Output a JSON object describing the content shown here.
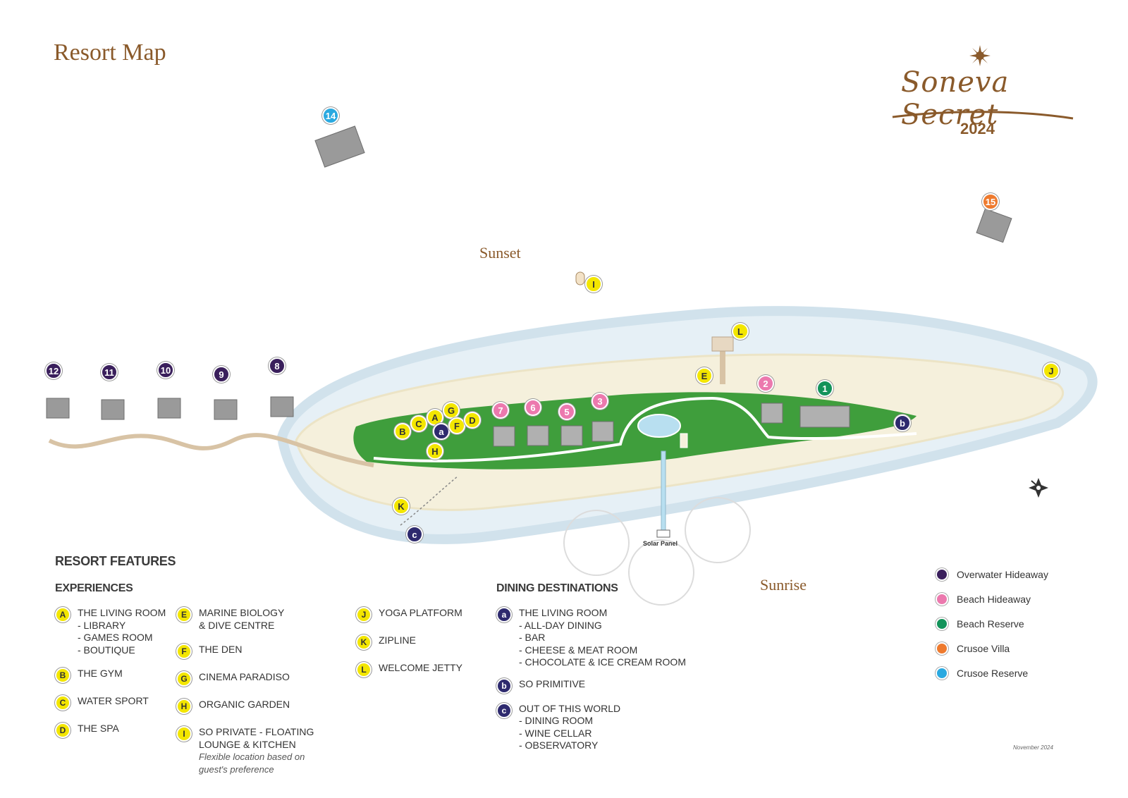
{
  "title": "Resort Map",
  "logo": {
    "name": "Soneva Secret",
    "year": "2024"
  },
  "directions": {
    "sunset": "Sunset",
    "sunrise": "Sunrise"
  },
  "solar_label": "Solar Panel",
  "date_note": "November 2024",
  "map_markers": [
    {
      "label": "12",
      "style": "purple"
    },
    {
      "label": "11",
      "style": "purple"
    },
    {
      "label": "10",
      "style": "purple"
    },
    {
      "label": "9",
      "style": "purple"
    },
    {
      "label": "8",
      "style": "purple"
    },
    {
      "label": "14",
      "style": "blue"
    },
    {
      "label": "15",
      "style": "orange"
    },
    {
      "label": "7",
      "style": "pink"
    },
    {
      "label": "6",
      "style": "pink"
    },
    {
      "label": "5",
      "style": "pink"
    },
    {
      "label": "3",
      "style": "pink"
    },
    {
      "label": "2",
      "style": "pink"
    },
    {
      "label": "1",
      "style": "green"
    },
    {
      "label": "B",
      "style": "y"
    },
    {
      "label": "C",
      "style": "y"
    },
    {
      "label": "A",
      "style": "y"
    },
    {
      "label": "G",
      "style": "y"
    },
    {
      "label": "a",
      "style": "n"
    },
    {
      "label": "F",
      "style": "y"
    },
    {
      "label": "D",
      "style": "y"
    },
    {
      "label": "H",
      "style": "y"
    },
    {
      "label": "I",
      "style": "y"
    },
    {
      "label": "L",
      "style": "y"
    },
    {
      "label": "E",
      "style": "y"
    },
    {
      "label": "J",
      "style": "y"
    },
    {
      "label": "b",
      "style": "n"
    },
    {
      "label": "K",
      "style": "y"
    },
    {
      "label": "c",
      "style": "n"
    }
  ],
  "features": {
    "heading": "RESORT FEATURES",
    "experiences_heading": "EXPERIENCES",
    "col1": [
      {
        "key": "A",
        "lines": [
          "THE LIVING ROOM",
          "- LIBRARY",
          "- GAMES ROOM",
          "- BOUTIQUE"
        ]
      },
      {
        "key": "B",
        "lines": [
          "THE GYM"
        ]
      },
      {
        "key": "C",
        "lines": [
          "WATER SPORT"
        ]
      },
      {
        "key": "D",
        "lines": [
          "THE SPA"
        ]
      }
    ],
    "col2": [
      {
        "key": "E",
        "lines": [
          "MARINE BIOLOGY",
          "& DIVE CENTRE"
        ]
      },
      {
        "key": "F",
        "lines": [
          "THE DEN"
        ]
      },
      {
        "key": "G",
        "lines": [
          "CINEMA PARADISO"
        ]
      },
      {
        "key": "H",
        "lines": [
          "ORGANIC GARDEN"
        ]
      },
      {
        "key": "I",
        "lines": [
          "SO PRIVATE - FLOATING",
          "LOUNGE & KITCHEN"
        ],
        "note": [
          "Flexible location based on",
          "guest's preference"
        ]
      }
    ],
    "col3": [
      {
        "key": "J",
        "lines": [
          "YOGA PLATFORM"
        ]
      },
      {
        "key": "K",
        "lines": [
          "ZIPLINE"
        ]
      },
      {
        "key": "L",
        "lines": [
          "WELCOME JETTY"
        ]
      }
    ],
    "dining_heading": "DINING DESTINATIONS",
    "dining": [
      {
        "key": "a",
        "lines": [
          "THE LIVING ROOM",
          "- ALL-DAY DINING",
          "- BAR",
          "- CHEESE & MEAT ROOM",
          "- CHOCOLATE & ICE CREAM ROOM"
        ]
      },
      {
        "key": "b",
        "lines": [
          "SO PRIMITIVE"
        ]
      },
      {
        "key": "c",
        "lines": [
          "OUT OF THIS WORLD",
          "- DINING ROOM",
          "- WINE CELLAR",
          "- OBSERVATORY"
        ]
      }
    ]
  },
  "legend": [
    {
      "label": "Overwater Hideaway",
      "color": "#3a1f5c"
    },
    {
      "label": "Beach Hideaway",
      "color": "#ec79ae"
    },
    {
      "label": "Beach Reserve",
      "color": "#13935a"
    },
    {
      "label": "Crusoe Villa",
      "color": "#ee7a2e"
    },
    {
      "label": "Crusoe Reserve",
      "color": "#2aa9e0"
    }
  ],
  "colors": {
    "brand": "#8a5a2b",
    "experience": "#f3e600",
    "dining": "#2e2a6e",
    "sand": "#f5f0dc",
    "jungle": "#3f9e3c",
    "water": "#cfe3ee"
  }
}
